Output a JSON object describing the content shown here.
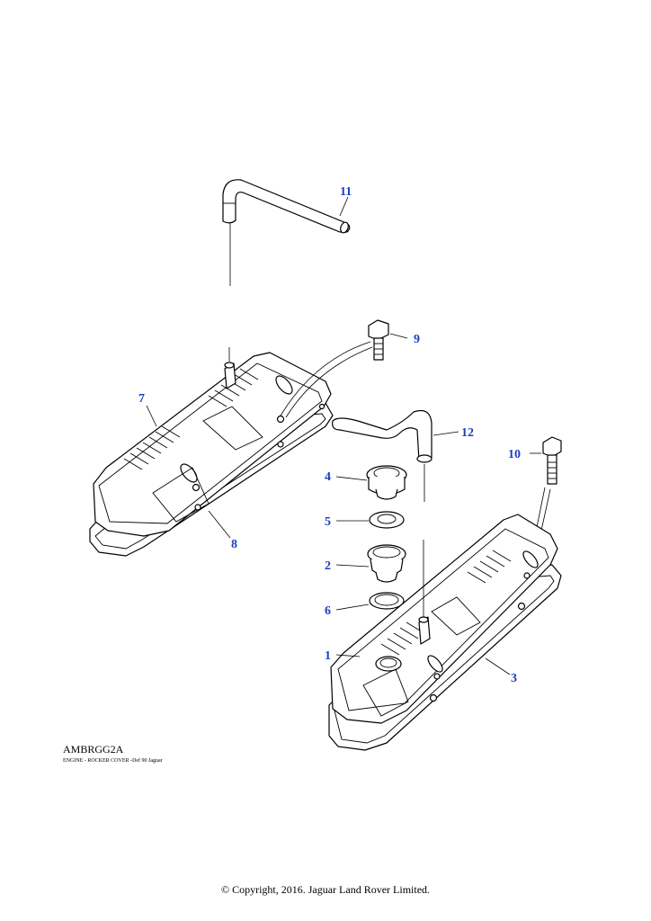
{
  "figure": {
    "code": "AMBRGG2A",
    "caption": "ENGINE - ROCKER COVER -Def 90 Jaguar"
  },
  "callouts": [
    "1",
    "2",
    "3",
    "4",
    "5",
    "6",
    "7",
    "8",
    "9",
    "10",
    "11",
    "12"
  ],
  "footer": {
    "copyright": "© Copyright, 2016. Jaguar Land Rover Limited."
  },
  "colors": {
    "callout": "#1a3fc0",
    "line": "#000000",
    "background": "#ffffff"
  }
}
